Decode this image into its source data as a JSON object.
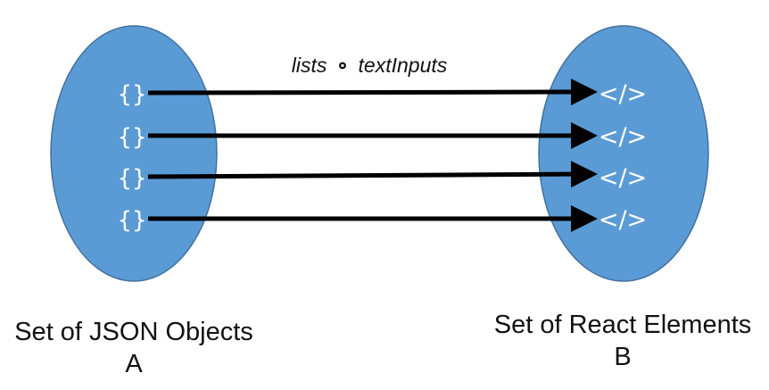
{
  "colors": {
    "ellipse_fill": "#5b9bd5",
    "ellipse_stroke": "#41719c",
    "arrow": "#000000",
    "symbol": "#ffffff",
    "text": "#111111"
  },
  "mapping_label": {
    "left": "lists",
    "operator": "∘",
    "right": "textInputs"
  },
  "set_a": {
    "title": "Set of JSON Objects",
    "letter": "A",
    "item_symbol": "{}",
    "items": [
      "{}",
      "{}",
      "{}",
      "{}"
    ]
  },
  "set_b": {
    "title": "Set of React Elements",
    "letter": "B",
    "item_symbol": "</>",
    "items": [
      "</>",
      "</>",
      "</>",
      "</>"
    ]
  },
  "arrow_icon": "right-arrow-icon"
}
